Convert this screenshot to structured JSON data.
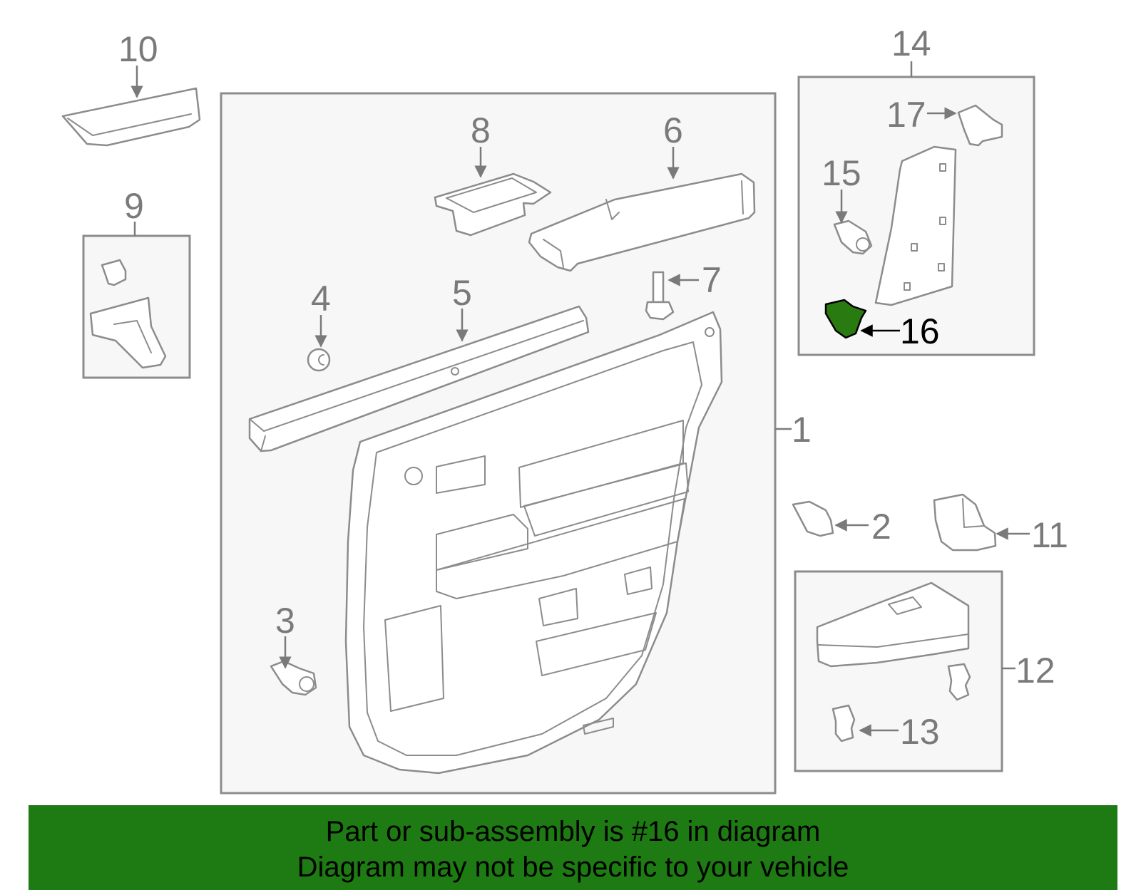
{
  "callouts": [
    "10",
    "9",
    "8",
    "6",
    "4",
    "5",
    "7",
    "1",
    "3",
    "14",
    "17",
    "15",
    "16",
    "2",
    "11",
    "12",
    "13"
  ],
  "highlighted_part": "16",
  "colors": {
    "highlight": "#2a7a12",
    "banner": "#1e7a12",
    "line": "#8c8c8c"
  },
  "banner": {
    "line1": "Part or sub-assembly is #16 in diagram",
    "line2": "Diagram may not be specific to your vehicle"
  }
}
